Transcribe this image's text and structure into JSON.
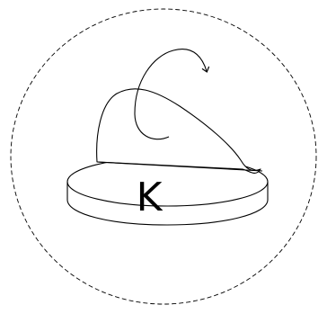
{
  "figure": {
    "disk_label": "K"
  },
  "colors": {
    "stroke": "#000000",
    "background": "#ffffff"
  },
  "elements": {
    "boundary": "dashed-circle",
    "base": "flat-cylinder-disk",
    "fold": "curled-sheet-with-arrow"
  }
}
